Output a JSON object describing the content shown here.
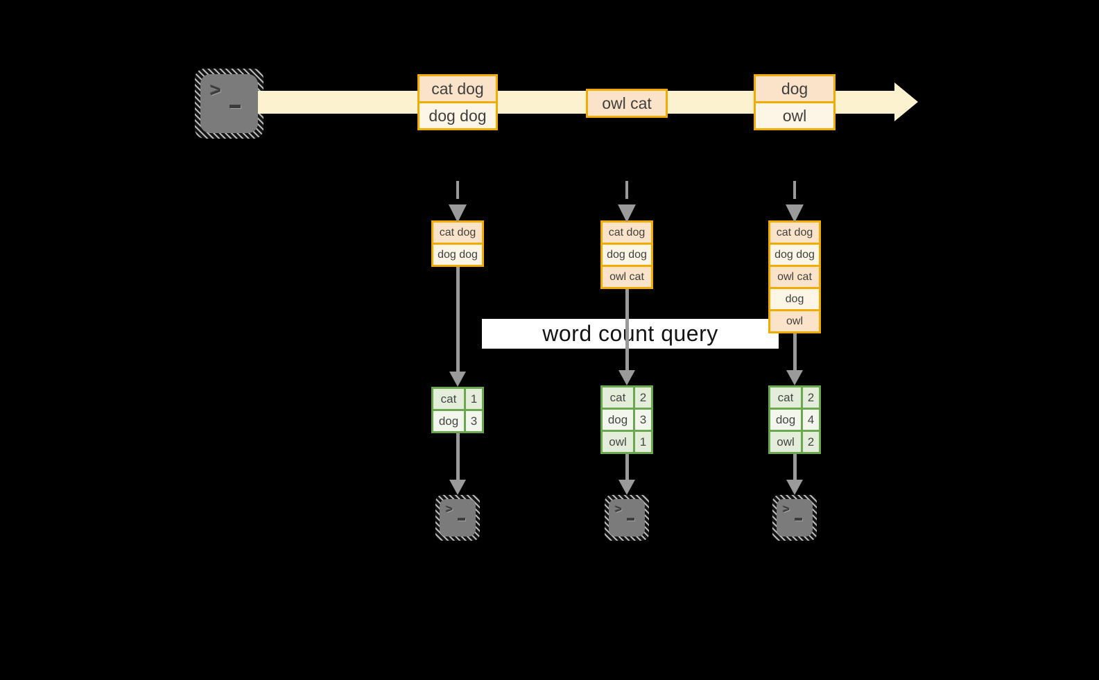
{
  "title": "streaming word count diagram",
  "colors": {
    "background": "#000000",
    "stream_band": "#fdf2d0",
    "gold_border": "#f2ab00",
    "cell_peach": "#fae3c8",
    "cell_cream": "#fdf5e6",
    "arrow_gray": "#9a9a9a",
    "table_border_green": "#6aa84f",
    "table_cell_dark": "#e4edda",
    "table_cell_light": "#f2f6ed",
    "query_band": "#ffffff",
    "terminal_gray": "#7b7b7b"
  },
  "source": {
    "icon": "terminal-icon"
  },
  "stream": {
    "events": [
      {
        "lines": [
          "cat dog",
          "dog dog"
        ]
      },
      {
        "lines": [
          "owl cat"
        ]
      },
      {
        "lines": [
          "dog",
          "owl"
        ]
      }
    ]
  },
  "query": {
    "label": "word count query"
  },
  "columns": [
    {
      "state": [
        "cat dog",
        "dog dog"
      ],
      "counts": [
        {
          "word": "cat",
          "count": "1"
        },
        {
          "word": "dog",
          "count": "3"
        }
      ]
    },
    {
      "state": [
        "cat dog",
        "dog dog",
        "owl cat"
      ],
      "counts": [
        {
          "word": "cat",
          "count": "2"
        },
        {
          "word": "dog",
          "count": "3"
        },
        {
          "word": "owl",
          "count": "1"
        }
      ]
    },
    {
      "state": [
        "cat dog",
        "dog dog",
        "owl cat",
        "dog",
        "owl"
      ],
      "counts": [
        {
          "word": "cat",
          "count": "2"
        },
        {
          "word": "dog",
          "count": "4"
        },
        {
          "word": "owl",
          "count": "2"
        }
      ]
    }
  ]
}
